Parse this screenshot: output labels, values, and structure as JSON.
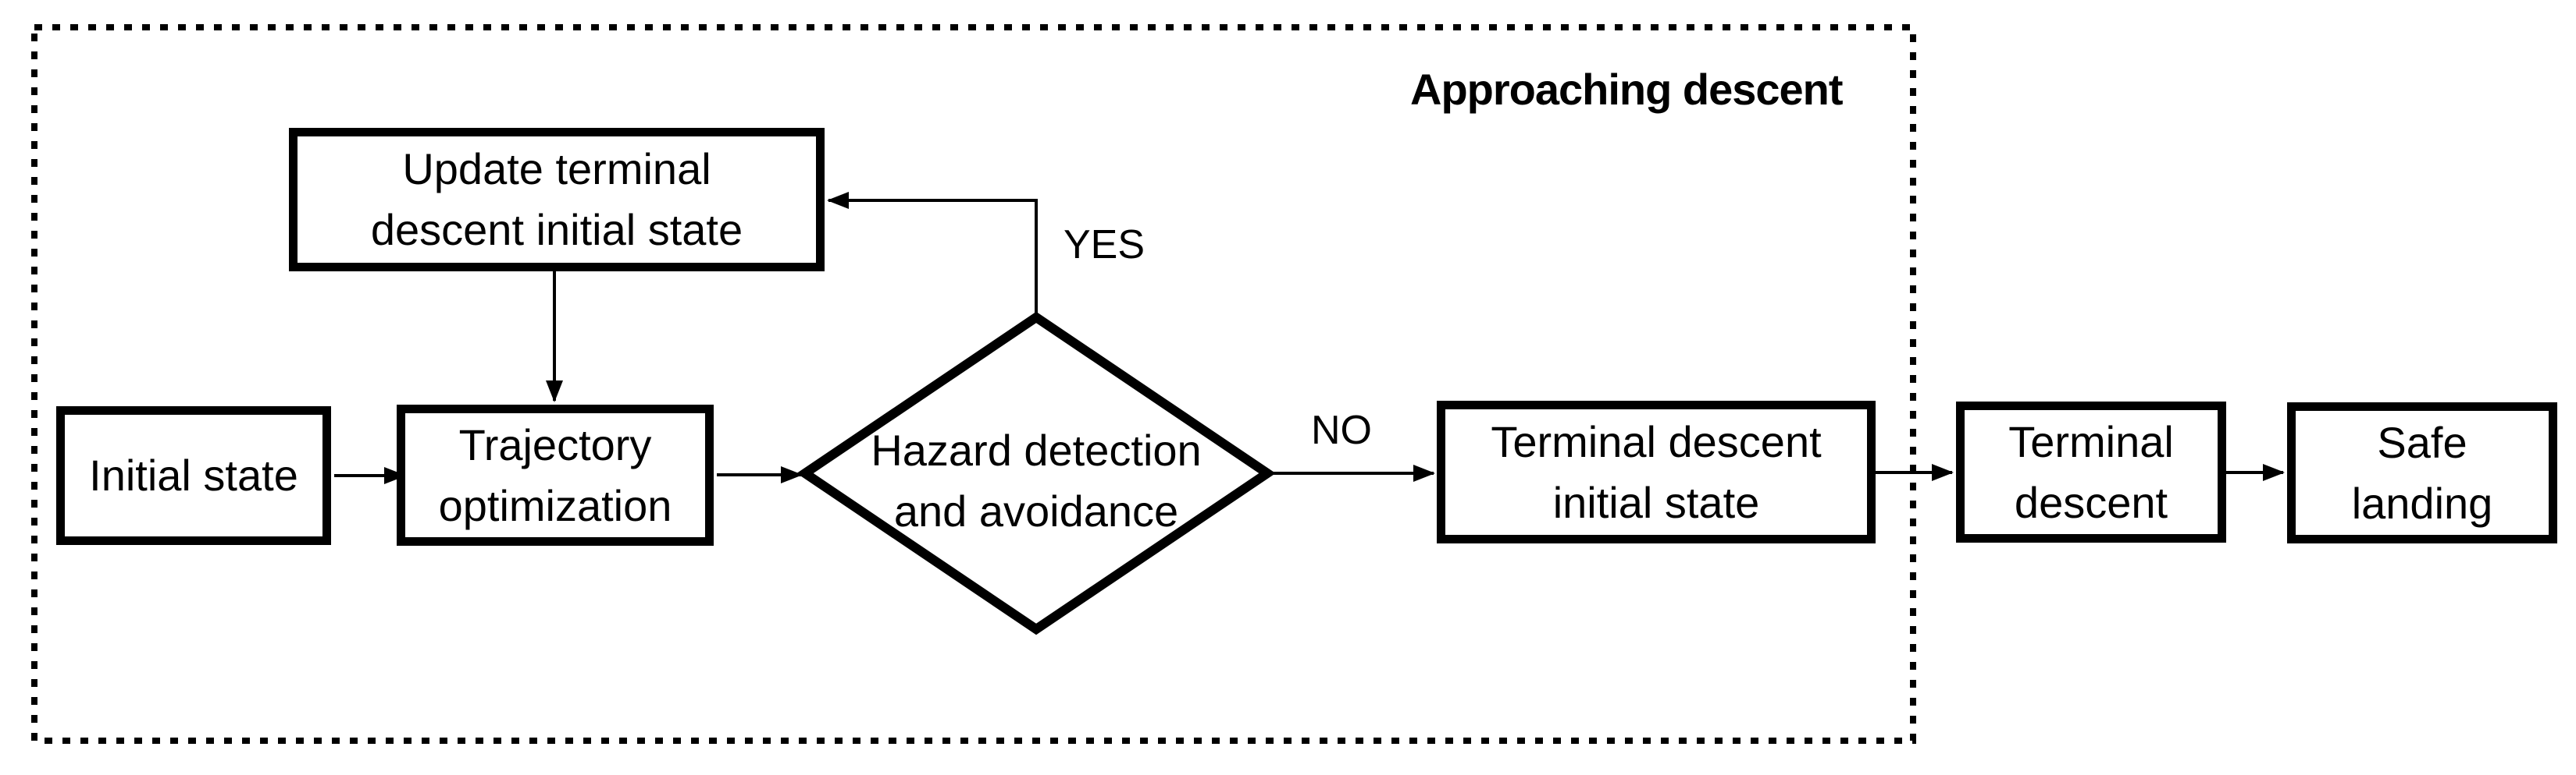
{
  "diagram": {
    "zone_label": "Approaching descent",
    "colors": {
      "stroke": "#000000",
      "background": "#ffffff",
      "text": "#000000"
    }
  },
  "nodes": {
    "initial_state": {
      "lines": [
        "Initial state"
      ]
    },
    "update_terminal": {
      "lines": [
        "Update terminal",
        "descent initial state"
      ]
    },
    "trajectory_optimization": {
      "lines": [
        "Trajectory",
        "optimization"
      ]
    },
    "hazard_detection": {
      "lines": [
        "Hazard detection",
        "and avoidance"
      ]
    },
    "terminal_descent_initial": {
      "lines": [
        "Terminal descent",
        "initial state"
      ]
    },
    "terminal_descent": {
      "lines": [
        "Terminal",
        "descent"
      ]
    },
    "safe_landing": {
      "lines": [
        "Safe",
        "landing"
      ]
    }
  },
  "edge_labels": {
    "yes": "YES",
    "no": "NO"
  },
  "edges": [
    {
      "from": "initial_state",
      "to": "trajectory_optimization",
      "label": ""
    },
    {
      "from": "trajectory_optimization",
      "to": "hazard_detection",
      "label": ""
    },
    {
      "from": "hazard_detection",
      "to": "update_terminal",
      "label": "YES"
    },
    {
      "from": "update_terminal",
      "to": "trajectory_optimization",
      "label": ""
    },
    {
      "from": "hazard_detection",
      "to": "terminal_descent_initial",
      "label": "NO"
    },
    {
      "from": "terminal_descent_initial",
      "to": "terminal_descent",
      "label": ""
    },
    {
      "from": "terminal_descent",
      "to": "safe_landing",
      "label": ""
    }
  ]
}
